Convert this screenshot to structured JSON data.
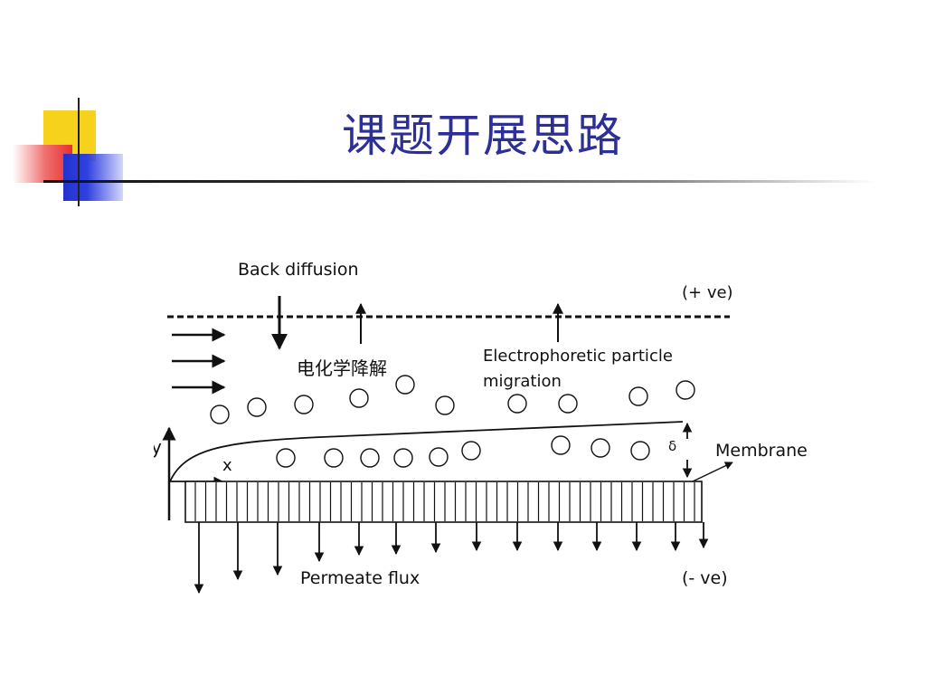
{
  "slide": {
    "title": "课题开展思路"
  },
  "diagram": {
    "labels": {
      "back_diffusion": "Back diffusion",
      "positive_electrode": "(+ ve)",
      "negative_electrode": "(- ve)",
      "electrochemical_degradation": "电化学降解",
      "electrophoretic_line1": "Electrophoretic  particle",
      "electrophoretic_line2": "migration",
      "y_axis": "y",
      "x_axis": "x",
      "delta": "δ",
      "membrane": "Membrane",
      "permeate_flux": "Permeate flux"
    },
    "colors": {
      "title": "#2b2f97",
      "line": "#111111"
    }
  }
}
